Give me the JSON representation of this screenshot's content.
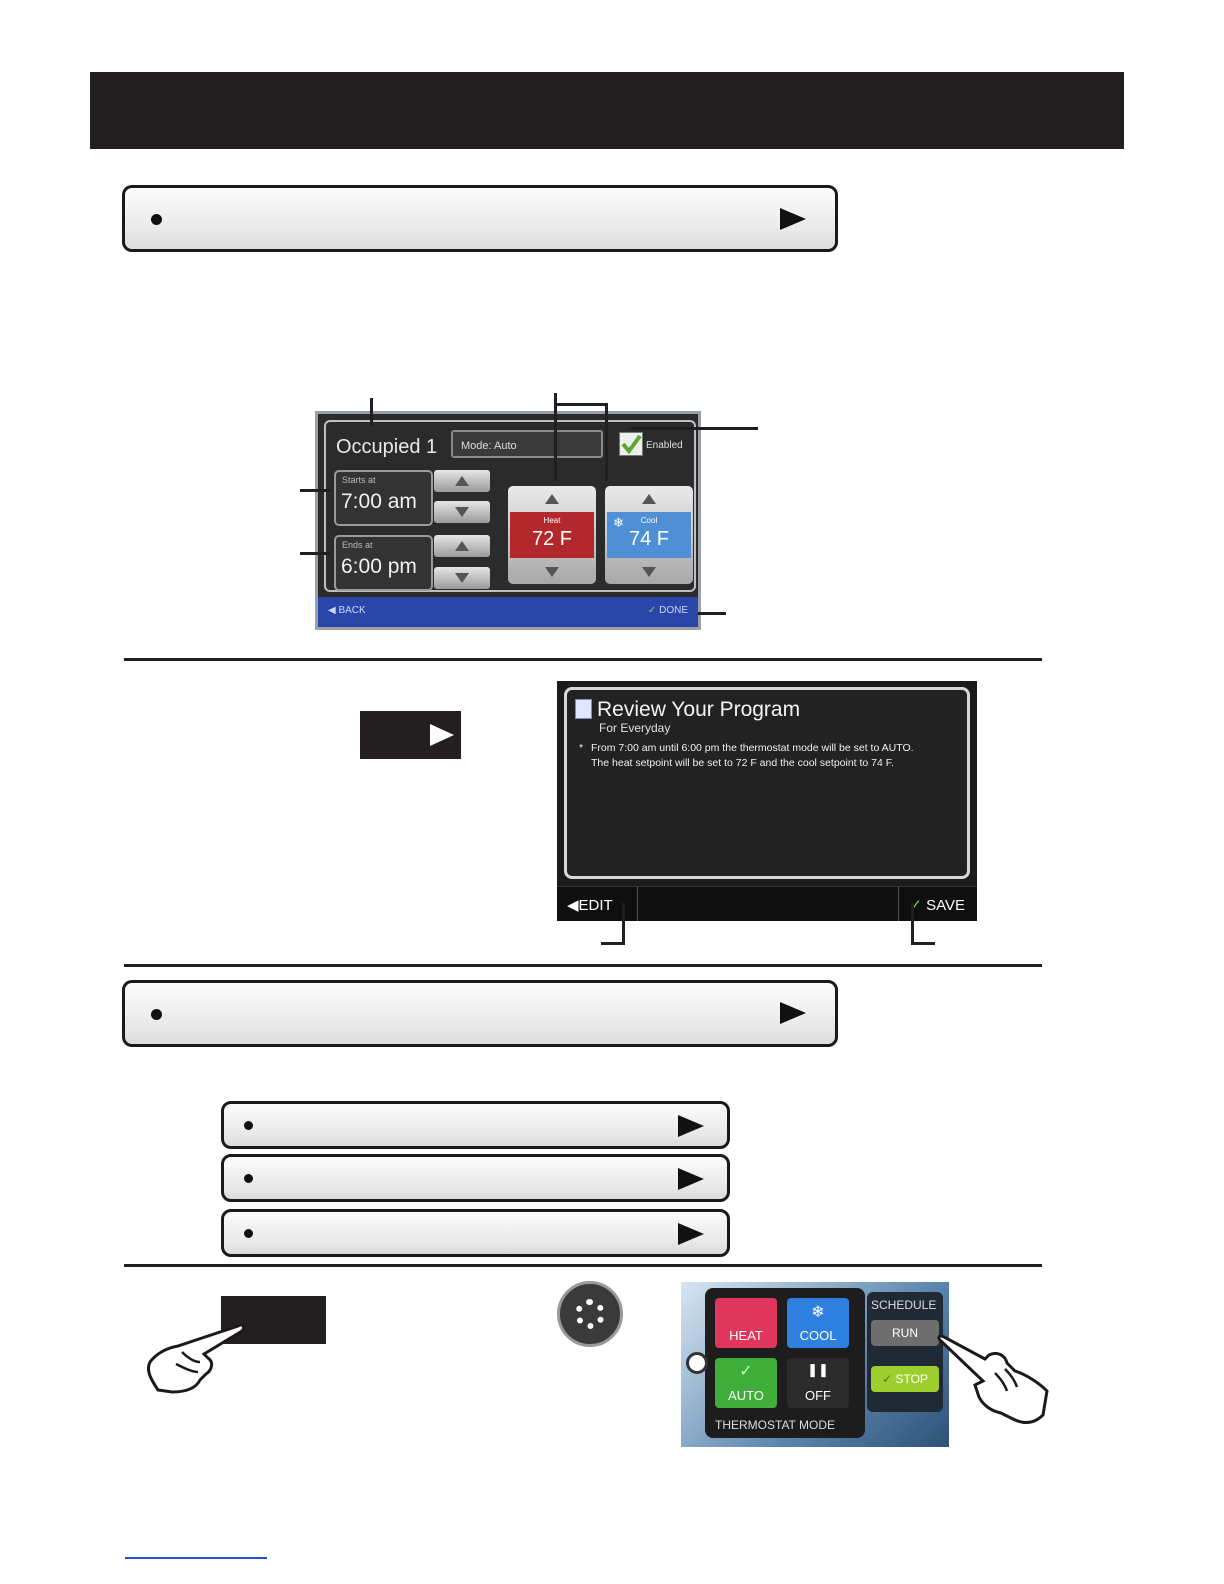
{
  "occupied_screen": {
    "title": "Occupied 1",
    "mode": "Mode: Auto",
    "enabled_label": "Enabled",
    "starts_label": "Starts at",
    "starts_value": "7:00 am",
    "ends_label": "Ends at",
    "ends_value": "6:00 pm",
    "heat_label": "Heat",
    "heat_value": "72 F",
    "cool_label": "Cool",
    "cool_value": "74 F",
    "back_label": "BACK",
    "done_label": "DONE"
  },
  "review_screen": {
    "title": "Review Your Program",
    "subtitle": "For Everyday",
    "bullet": "*",
    "line1": "From 7:00 am until 6:00 pm the thermostat mode will be set to AUTO.",
    "line2": "The heat setpoint will be set to 72 F and the cool setpoint to 74 F.",
    "edit_label": "EDIT",
    "save_label": "SAVE"
  },
  "mode_screen": {
    "heat_label": "HEAT",
    "cool_label": "COOL",
    "auto_label": "AUTO",
    "off_label": "OFF",
    "thermostat_mode_label": "THERMOSTAT MODE",
    "schedule_label": "SCHEDULE",
    "run_label": "RUN",
    "stop_label": "STOP"
  },
  "colors": {
    "heat": "#b3282d",
    "cool": "#4f8fd6",
    "auto": "#3fae3a",
    "heat_button": "#e0365e",
    "cool_button": "#2d7fe0",
    "stop_button": "#9ccf2e"
  },
  "icons": [
    "play-arrow-icon",
    "bullet-dot-icon",
    "checkbox-check-icon",
    "snowflake-icon",
    "gear-icon",
    "pointing-hand-icon",
    "page-icon"
  ]
}
